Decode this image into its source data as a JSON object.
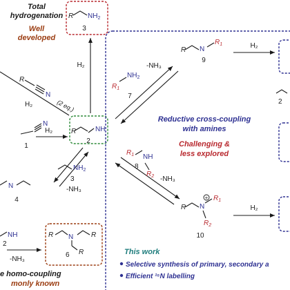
{
  "total_hydrogenation": {
    "line1": "Total",
    "line2": "hydrogenation",
    "status1": "Well",
    "status2": "developed"
  },
  "top": {
    "h2": "H₂",
    "cmpd": "3"
  },
  "left": {
    "nitrile_equiv": "(2 eq.)",
    "h2": "H₂",
    "cmpd1": "1",
    "arrow_h2": "H₂"
  },
  "imine": {
    "cmpd": "2"
  },
  "amine7": {
    "cmpd": "7",
    "minus_nh3": "-NH₃"
  },
  "imine9": {
    "cmpd": "9",
    "h2": "H₂"
  },
  "middle_right": {
    "cmpd2_partial": "2"
  },
  "cross_coupling": {
    "line1": "Reductive cross-coupling",
    "line2": "with amines",
    "status1": "Challenging &",
    "status2": "less explored"
  },
  "amine8": {
    "cmpd": "8",
    "minus_nh3": "-NH₃"
  },
  "iminium": {
    "cmpd": "10",
    "h2": "H₂"
  },
  "lower_left": {
    "cmpd3": "3",
    "minus_nh3": "-NH₃",
    "cmpd4": "4"
  },
  "bottom_left": {
    "cmpd2": "2",
    "minus_nh3": "-NH₃",
    "cmpd6": "6",
    "homo1": "e homo-coupling",
    "homo2": "monly known"
  },
  "this_work": {
    "title": "This work",
    "bullet1": "Selective synthesis of primary, secondary a",
    "bullet2": "Efficient ¹⁵N labelling"
  },
  "atoms": {
    "R": "R",
    "R1": "R",
    "R2": "R",
    "N": "N",
    "NH": "NH",
    "NH2": "NH",
    "sub1": "1",
    "sub2": "2",
    "plus": "+"
  },
  "colors": {
    "red": "#b8282e",
    "navy": "#2e3192",
    "green": "#2e8b3a",
    "teal": "#1f7d7d",
    "brown": "#9b3d12",
    "black": "#1a1a1a"
  }
}
